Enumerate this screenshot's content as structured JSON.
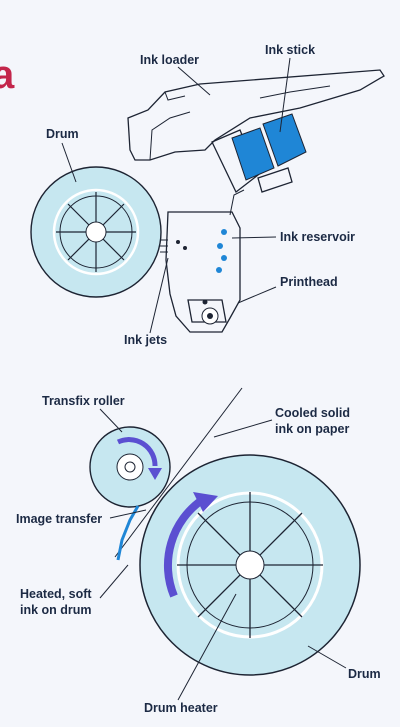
{
  "colors": {
    "background": "#f4f6fb",
    "drum_fill": "#c6e7f0",
    "ink_blue": "#1f86d6",
    "arrow_blue": "#5b4fd1",
    "edge_red": "#c3264b",
    "line": "#1d2433"
  },
  "edge_letter": "a",
  "top": {
    "ink_loader": "Ink loader",
    "ink_stick": "Ink stick",
    "drum": "Drum",
    "ink_reservoir": "Ink reservoir",
    "printhead": "Printhead",
    "ink_jets": "Ink jets"
  },
  "bottom": {
    "transfix_roller": "Transfix roller",
    "cooled_line1": "Cooled solid",
    "cooled_line2": "ink on paper",
    "image_transfer": "Image transfer",
    "heated_line1": "Heated, soft",
    "heated_line2": "ink on drum",
    "drum": "Drum",
    "drum_heater": "Drum heater"
  }
}
